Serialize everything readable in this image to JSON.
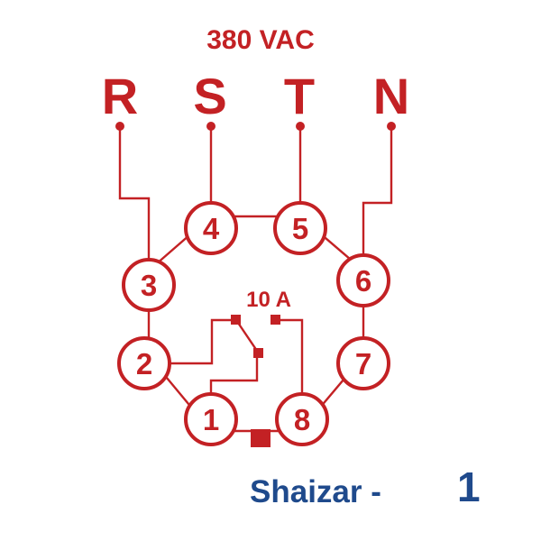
{
  "colors": {
    "diagram_red": "#c32124",
    "brand_blue": "#1f4a8c",
    "background": "#ffffff"
  },
  "supply": {
    "voltage_label": "380 VAC",
    "phases": [
      "R",
      "S",
      "T",
      "N"
    ]
  },
  "relay": {
    "contact_rating": "10 A",
    "pins": [
      "1",
      "2",
      "3",
      "4",
      "5",
      "6",
      "7",
      "8"
    ]
  },
  "brand": {
    "name": "Shaizar -",
    "model": "1"
  }
}
